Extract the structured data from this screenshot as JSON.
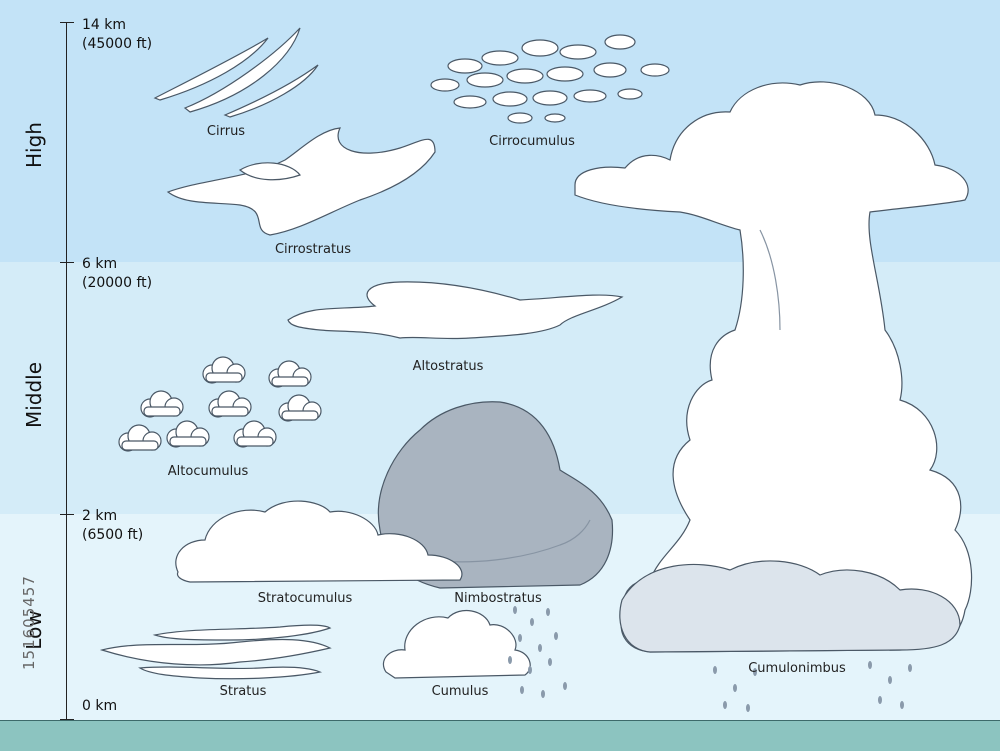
{
  "altitudes": [
    {
      "km": "14 km",
      "ft": "(45000 ft)"
    },
    {
      "km": "6 km",
      "ft": "(20000 ft)"
    },
    {
      "km": "2 km",
      "ft": "(6500 ft)"
    },
    {
      "km": "0 km",
      "ft": ""
    }
  ],
  "zones": {
    "high": "High",
    "middle": "Middle",
    "low": "Low"
  },
  "clouds": {
    "cirrus": "Cirrus",
    "cirrocumulus": "Cirrocumulus",
    "cirrostratus": "Cirrostratus",
    "altostratus": "Altostratus",
    "altocumulus": "Altocumulus",
    "stratocumulus": "Stratocumulus",
    "nimbostratus": "Nimbostratus",
    "stratus": "Stratus",
    "cumulus": "Cumulus",
    "cumulonimbus": "Cumulonimbus"
  },
  "watermark": "151605457",
  "colors": {
    "high_band": "#c3e3f7",
    "middle_band": "#d4ecf8",
    "low_band": "#e4f4fb",
    "ground": "#8cc4c0",
    "cloud_white": "#ffffff",
    "cloud_shade": "#dce4ec",
    "nimbostratus": "#a9b4c0",
    "rain": "#8a9aab"
  }
}
